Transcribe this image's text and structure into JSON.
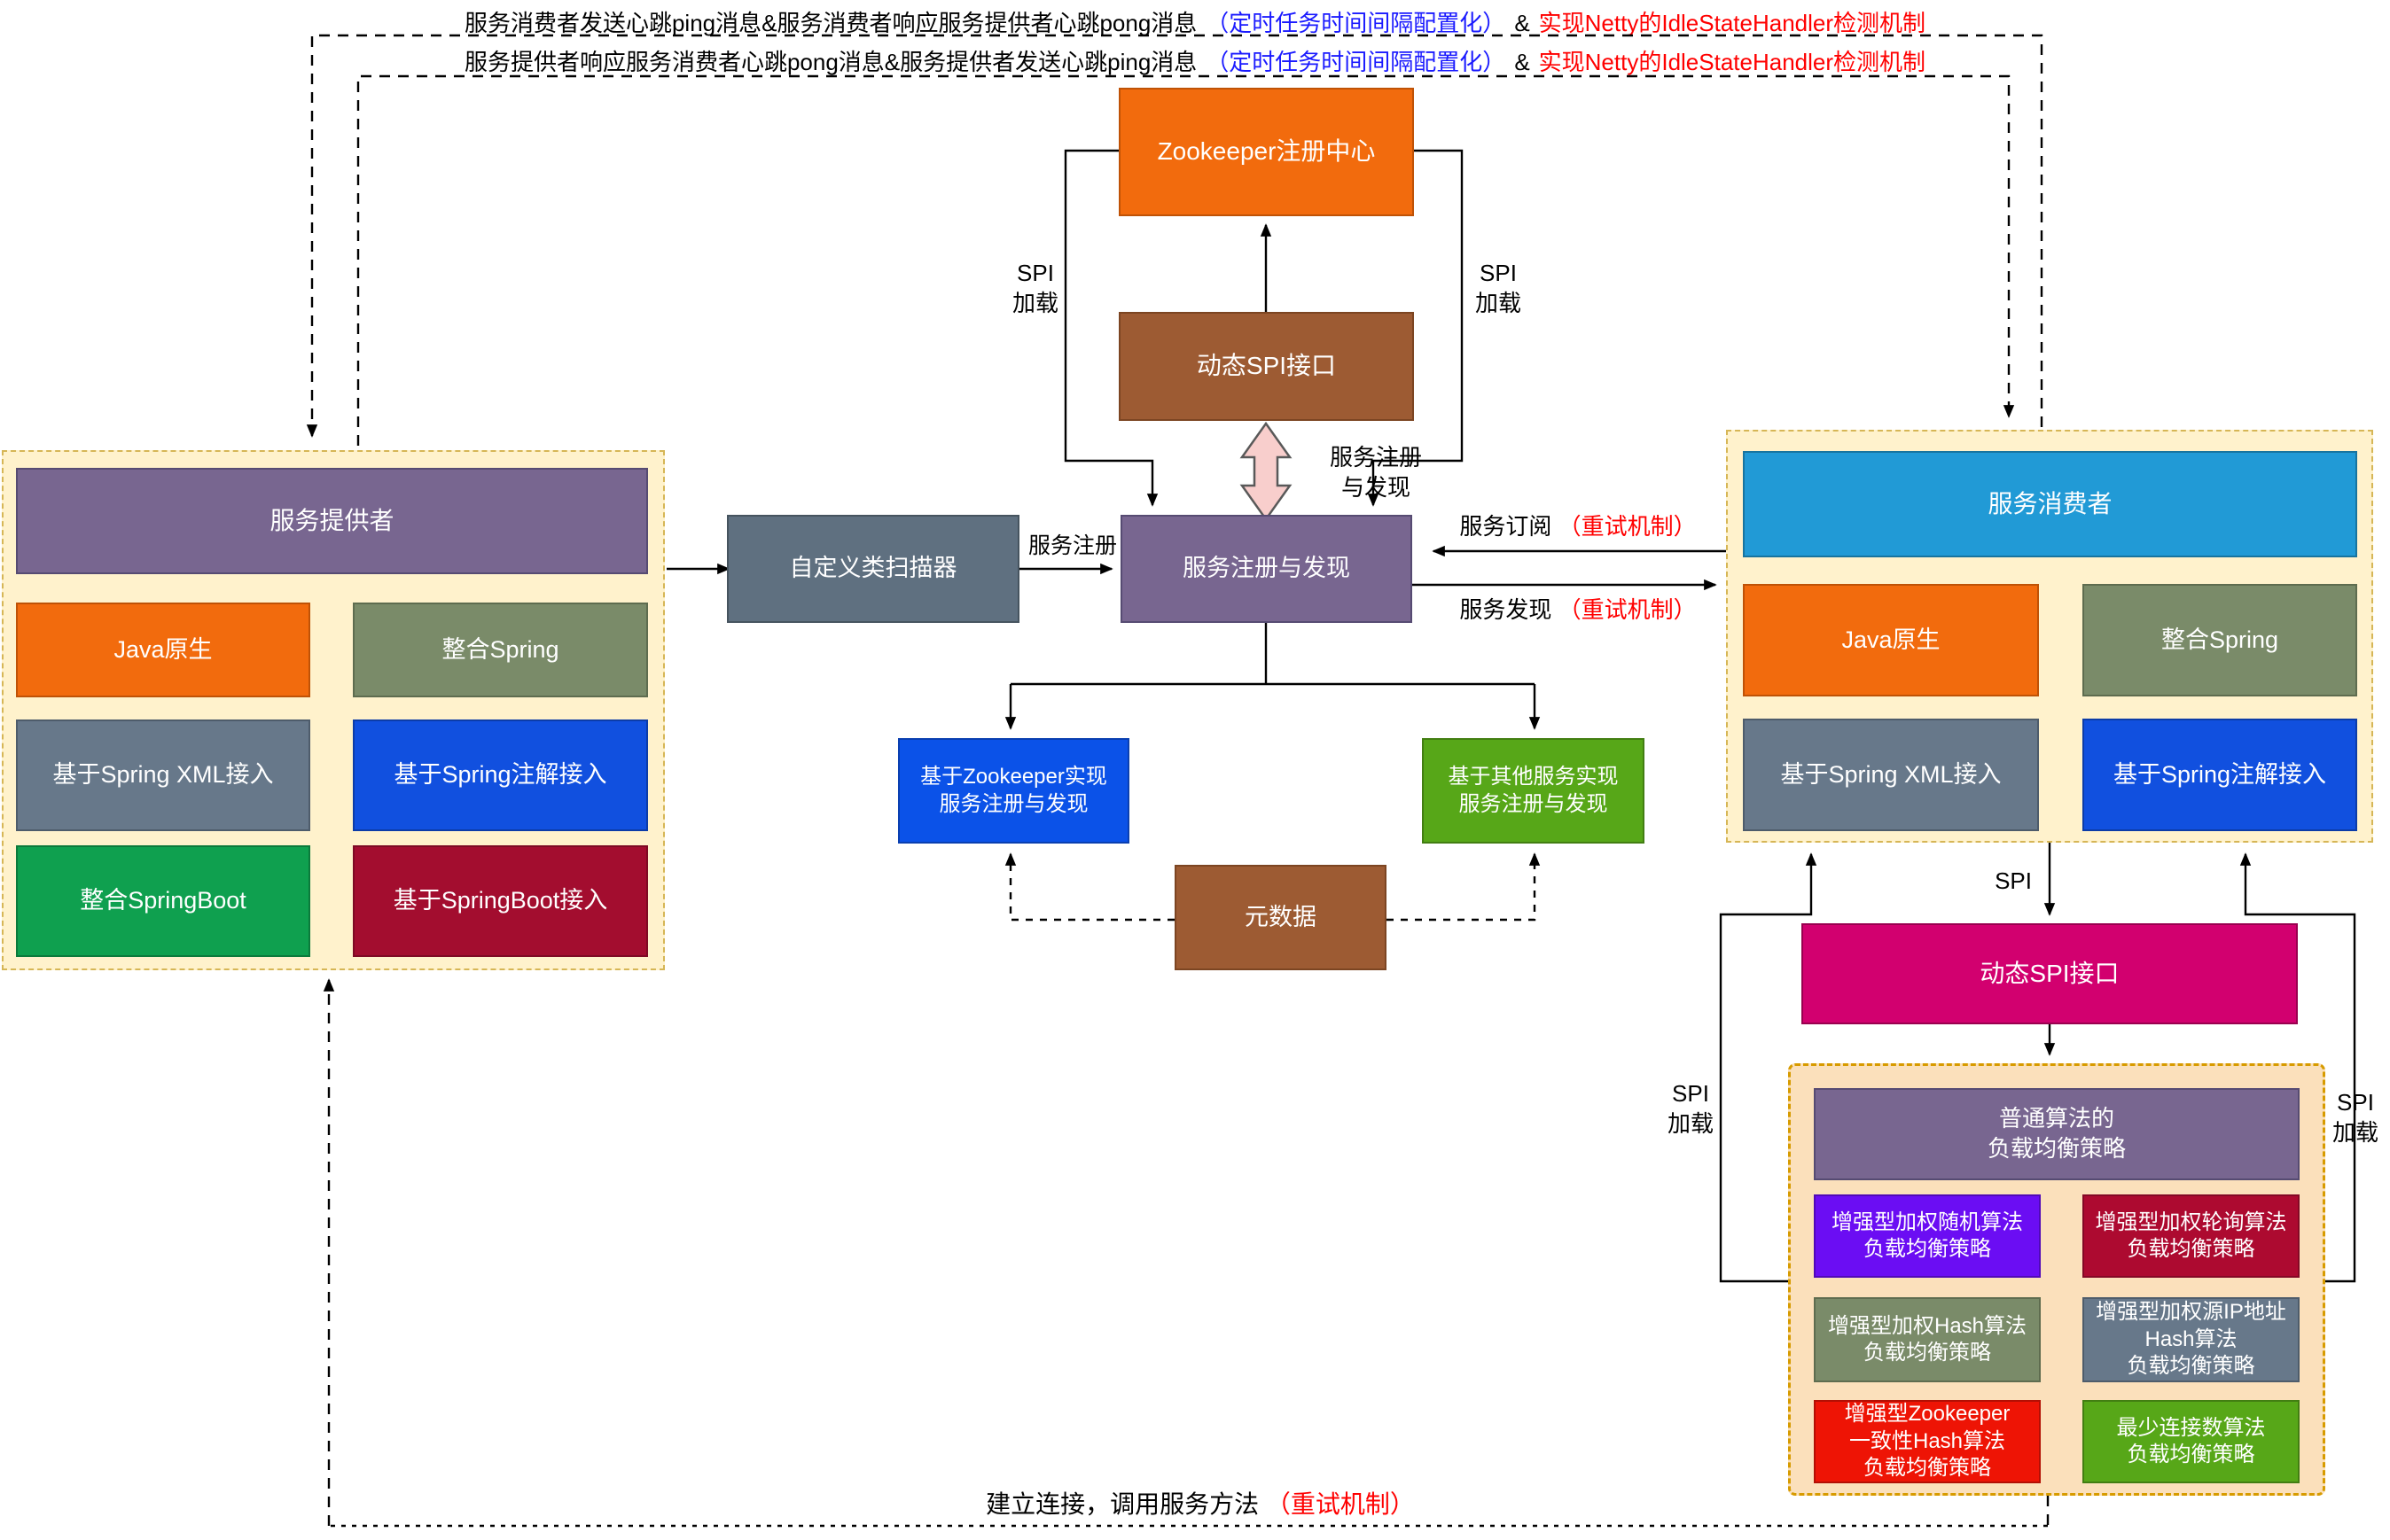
{
  "top_messages": {
    "line1_main": "服务消费者发送心跳ping消息&服务消费者响应服务提供者心跳pong消息",
    "line1_config": "（定时任务时间间隔配置化）",
    "line1_amp": "&",
    "line1_netty": "实现Netty的IdleStateHandler检测机制",
    "line2_main": "服务提供者响应服务消费者心跳pong消息&服务提供者发送心跳ping消息",
    "line2_config": "（定时任务时间间隔配置化）",
    "line2_amp": "&",
    "line2_netty": "实现Netty的IdleStateHandler检测机制"
  },
  "nodes": {
    "zookeeper": "Zookeeper注册中心",
    "dynamic_spi_top": "动态SPI接口",
    "scanner": "自定义类扫描器",
    "registry": "服务注册与发现",
    "metadata": "元数据",
    "dynamic_spi_right": "动态SPI接口",
    "zk_impl_line1": "基于Zookeeper实现",
    "zk_impl_line2": "服务注册与发现",
    "other_impl_line1": "基于其他服务实现",
    "other_impl_line2": "服务注册与发现"
  },
  "provider_panel": {
    "header": "服务提供者",
    "boxes": [
      {
        "label": "Java原生"
      },
      {
        "label": "整合Spring"
      },
      {
        "label": "基于Spring XML接入"
      },
      {
        "label": "基于Spring注解接入"
      },
      {
        "label": "整合SpringBoot"
      },
      {
        "label": "基于SpringBoot接入"
      }
    ]
  },
  "consumer_panel": {
    "header": "服务消费者",
    "boxes": [
      {
        "label": "Java原生"
      },
      {
        "label": "整合Spring"
      },
      {
        "label": "基于Spring XML接入"
      },
      {
        "label": "基于Spring注解接入"
      }
    ]
  },
  "edge_labels": {
    "spi": "SPI",
    "spi_load_line1": "SPI",
    "spi_load_line2": "加载",
    "service_register": "服务注册",
    "service_subscribe": "服务订阅",
    "service_discover": "服务发现",
    "retry": "（重试机制）",
    "reg_disc_line1": "服务注册",
    "reg_disc_line2": "与发现"
  },
  "lb_panel": {
    "header_line1": "普通算法的",
    "header_line2": "负载均衡策略",
    "strategies": [
      {
        "line1": "增强型加权随机算法",
        "line2": "负载均衡策略",
        "line3": ""
      },
      {
        "line1": "增强型加权轮询算法",
        "line2": "负载均衡策略",
        "line3": ""
      },
      {
        "line1": "增强型加权Hash算法",
        "line2": "负载均衡策略",
        "line3": ""
      },
      {
        "line1": "增强型加权源IP地址",
        "line2": "Hash算法",
        "line3": "负载均衡策略"
      },
      {
        "line1": "增强型Zookeeper",
        "line2": "一致性Hash算法",
        "line3": "负载均衡策略"
      },
      {
        "line1": "最少连接数算法",
        "line2": "负载均衡策略",
        "line3": ""
      }
    ]
  },
  "bottom": {
    "main": "建立连接，调用服务方法",
    "retry": "（重试机制）"
  },
  "colors": {
    "purple": "#786690",
    "orange": "#F26B0D",
    "olive": "#7A8B69",
    "slate": "#67788A",
    "bright_blue": "#1150DF",
    "green": "#0FA04F",
    "dark_red": "#A30D2F",
    "light_blue": "#219AD6",
    "brown": "#9D5B33",
    "magenta": "#D2006F",
    "violet": "#6B0DF3",
    "crimson": "#AD0A30",
    "bright_red": "#EE1405",
    "lime_green": "#57A718",
    "panel_cream_bg": "#FFF2CC",
    "panel_cream_border": "#D6B656",
    "panel_peach_bg": "#FBE0BB",
    "panel_peach_border": "#D79B00",
    "pink_arrow": "#F8CECC",
    "annotation_blue": "#1A1AFF",
    "annotation_red": "#FF0000"
  }
}
